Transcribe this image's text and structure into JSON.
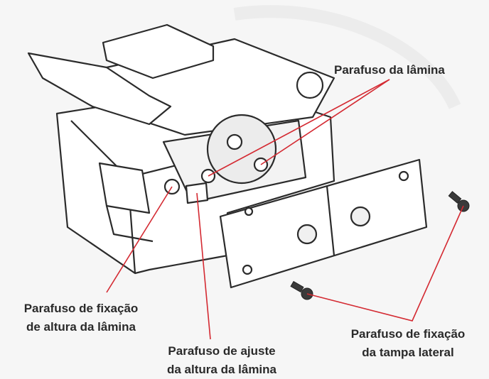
{
  "labels": {
    "blade_screw": "Parafuso da lâmina",
    "height_fix": [
      "Parafuso de fixação",
      "de altura da lâmina"
    ],
    "height_adjust": [
      "Parafuso de ajuste",
      "da altura da lâmina"
    ],
    "side_cover": [
      "Parafuso de fixação",
      "da tampa lateral"
    ]
  },
  "colors": {
    "leader_line": "#d42a32",
    "outline": "#2b2b2b",
    "body_fill": "#ffffff",
    "label_text": "#2a2a2a",
    "background": "#f6f6f6"
  }
}
